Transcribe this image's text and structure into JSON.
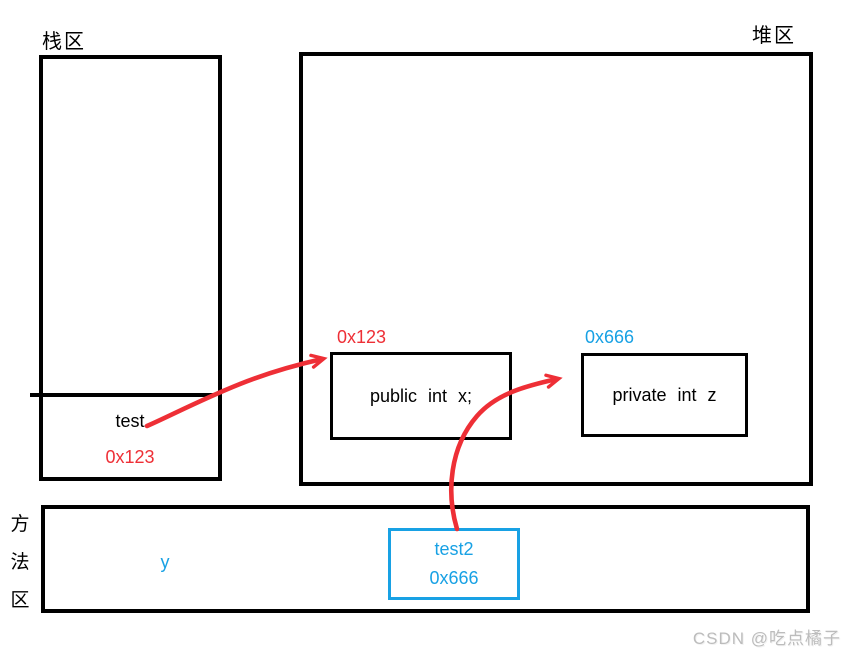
{
  "colors": {
    "pointer_red": "#ee2f36",
    "reference_blue": "#18a1e4",
    "outline_black": "#000000",
    "watermark_gray": "#bcbcbc"
  },
  "stack": {
    "label": "栈区",
    "frame": {
      "name": "test",
      "value": "0x123"
    }
  },
  "heap": {
    "label": "堆区",
    "objects": [
      {
        "address": "0x123",
        "content": "public int x;",
        "address_color": "red"
      },
      {
        "address": "0x666",
        "content": "private int z",
        "address_color": "blue"
      }
    ]
  },
  "method_area": {
    "label": "方法区",
    "static_var": "y",
    "ref": {
      "name": "test2",
      "value": "0x666"
    }
  },
  "arrows": [
    {
      "from": "stack-var-test",
      "to": "heap-object-0x123",
      "color": "#ee2f36"
    },
    {
      "from": "method-area-test2",
      "to": "heap-object-0x666",
      "color": "#ee2f36"
    }
  ],
  "watermark": "CSDN @吃点橘子"
}
